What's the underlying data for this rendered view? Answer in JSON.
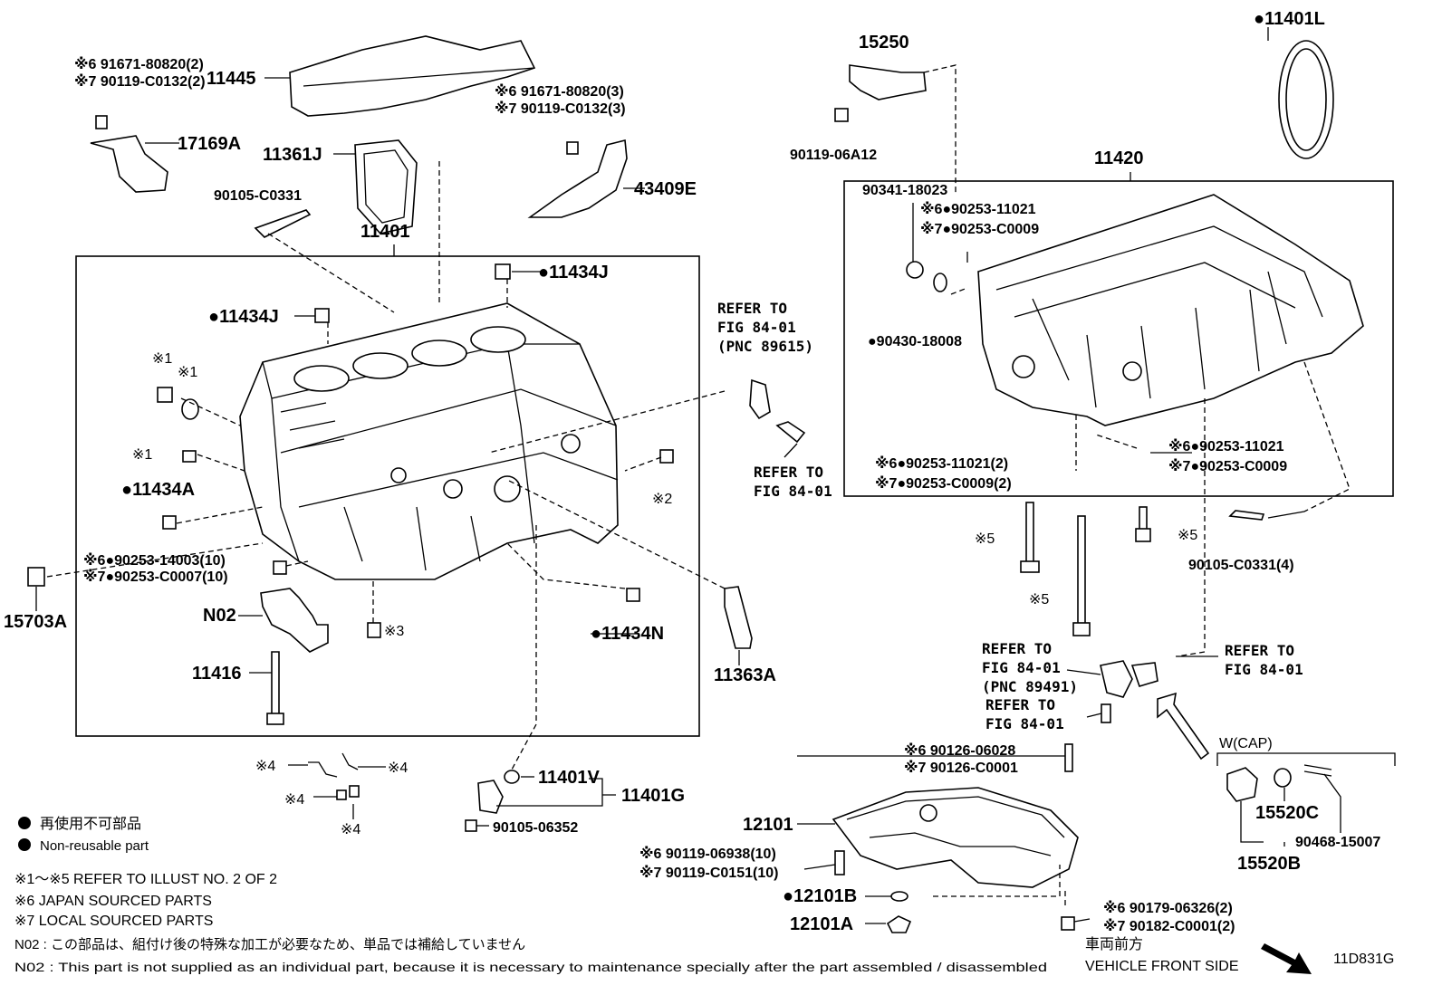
{
  "diagram_id": "11D831G",
  "parts": {
    "p11401L": "●11401L",
    "p15250": "15250",
    "p11420": "11420",
    "p90119_06A12": "90119-06A12",
    "p90341_18023": "90341-18023",
    "p6_90253_11021_a": "※6●90253-11021",
    "p7_90253_C0009_a": "※7●90253-C0009",
    "p90430_18008": "●90430-18008",
    "p6_90253_11021_2": "※6●90253-11021(2)",
    "p7_90253_C0009_2": "※7●90253-C0009(2)",
    "p6_90253_11021_b": "※6●90253-11021",
    "p7_90253_C0009_b": "※7●90253-C0009",
    "p90105_C0331_4": "90105-C0331(4)",
    "p6_91671_80820_2": "※6 91671-80820(2)",
    "p7_90119_C0132_2": "※7 90119-C0132(2)",
    "p11445": "11445",
    "p17169A": "17169A",
    "p6_91671_80820_3": "※6 91671-80820(3)",
    "p7_90119_C0132_3": "※7 90119-C0132(3)",
    "p11361J": "11361J",
    "p43409E": "43409E",
    "p90105_C0331": "90105-C0331",
    "p11401": "11401",
    "p11434J_a": "●11434J",
    "p11434J_b": "●11434J",
    "p11434A": "●11434A",
    "p6_90253_14003": "※6●90253-14003(10)",
    "p7_90253_C0007": "※7●90253-C0007(10)",
    "p15703A": "15703A",
    "pN02": "N02",
    "p11416": "11416",
    "p11434N": "●11434N",
    "p11363A": "11363A",
    "p11401V": "11401V",
    "p11401G": "11401G",
    "p90105_06352": "90105-06352",
    "p12101": "12101",
    "p12101B": "●12101B",
    "p12101A": "12101A",
    "p6_90119_06938": "※6 90119-06938(10)",
    "p7_90119_C0151": "※7 90119-C0151(10)",
    "p6_90126_06028": "※6 90126-06028",
    "p7_90126_C0001": "※7 90126-C0001",
    "p6_90179_06326": "※6 90179-06326(2)",
    "p7_90182_C0001": "※7 90182-C0001(2)",
    "p15520C": "15520C",
    "p15520B": "15520B",
    "p90468_15007": "90468-15007",
    "wcap": "W(CAP)"
  },
  "marks": {
    "m1a": "※1",
    "m1b": "※1",
    "m1c": "※1",
    "m2": "※2",
    "m3": "※3",
    "m4a": "※4",
    "m4b": "※4",
    "m4c": "※4",
    "m4d": "※4",
    "m5a": "※5",
    "m5b": "※5",
    "m5c": "※5"
  },
  "refs": {
    "r1_l1": "REFER TO",
    "r1_l2": "FIG 84-01",
    "r1_l3": "(PNC 89615)",
    "r2_l1": "REFER TO",
    "r2_l2": "FIG 84-01",
    "r3_l1": "REFER TO",
    "r3_l2": "FIG 84-01",
    "r3_l3": "(PNC 89491)",
    "r4_l1": "REFER TO",
    "r4_l2": "FIG 84-01",
    "r5_l1": "REFER TO",
    "r5_l2": "FIG 84-01"
  },
  "legend": {
    "nonreusable_jp": "再使用不可部品",
    "nonreusable_en": "Non-reusable part",
    "note1": "※1～※5  REFER TO ILLUST NO. 2 OF 2",
    "note6": "※6 JAPAN SOURCED PARTS",
    "note7": "※7 LOCAL SOURCED PARTS",
    "n02_jp": "N02 : この部品は、組付け後の特殊な加工が必要なため、単品では補給していません",
    "n02_en": "N02 : This part is not supplied as an individual part, because it is necessary to maintenance specially after the part assembled / disassembled",
    "front_jp": "車両前方",
    "front_en": "VEHICLE FRONT SIDE"
  }
}
